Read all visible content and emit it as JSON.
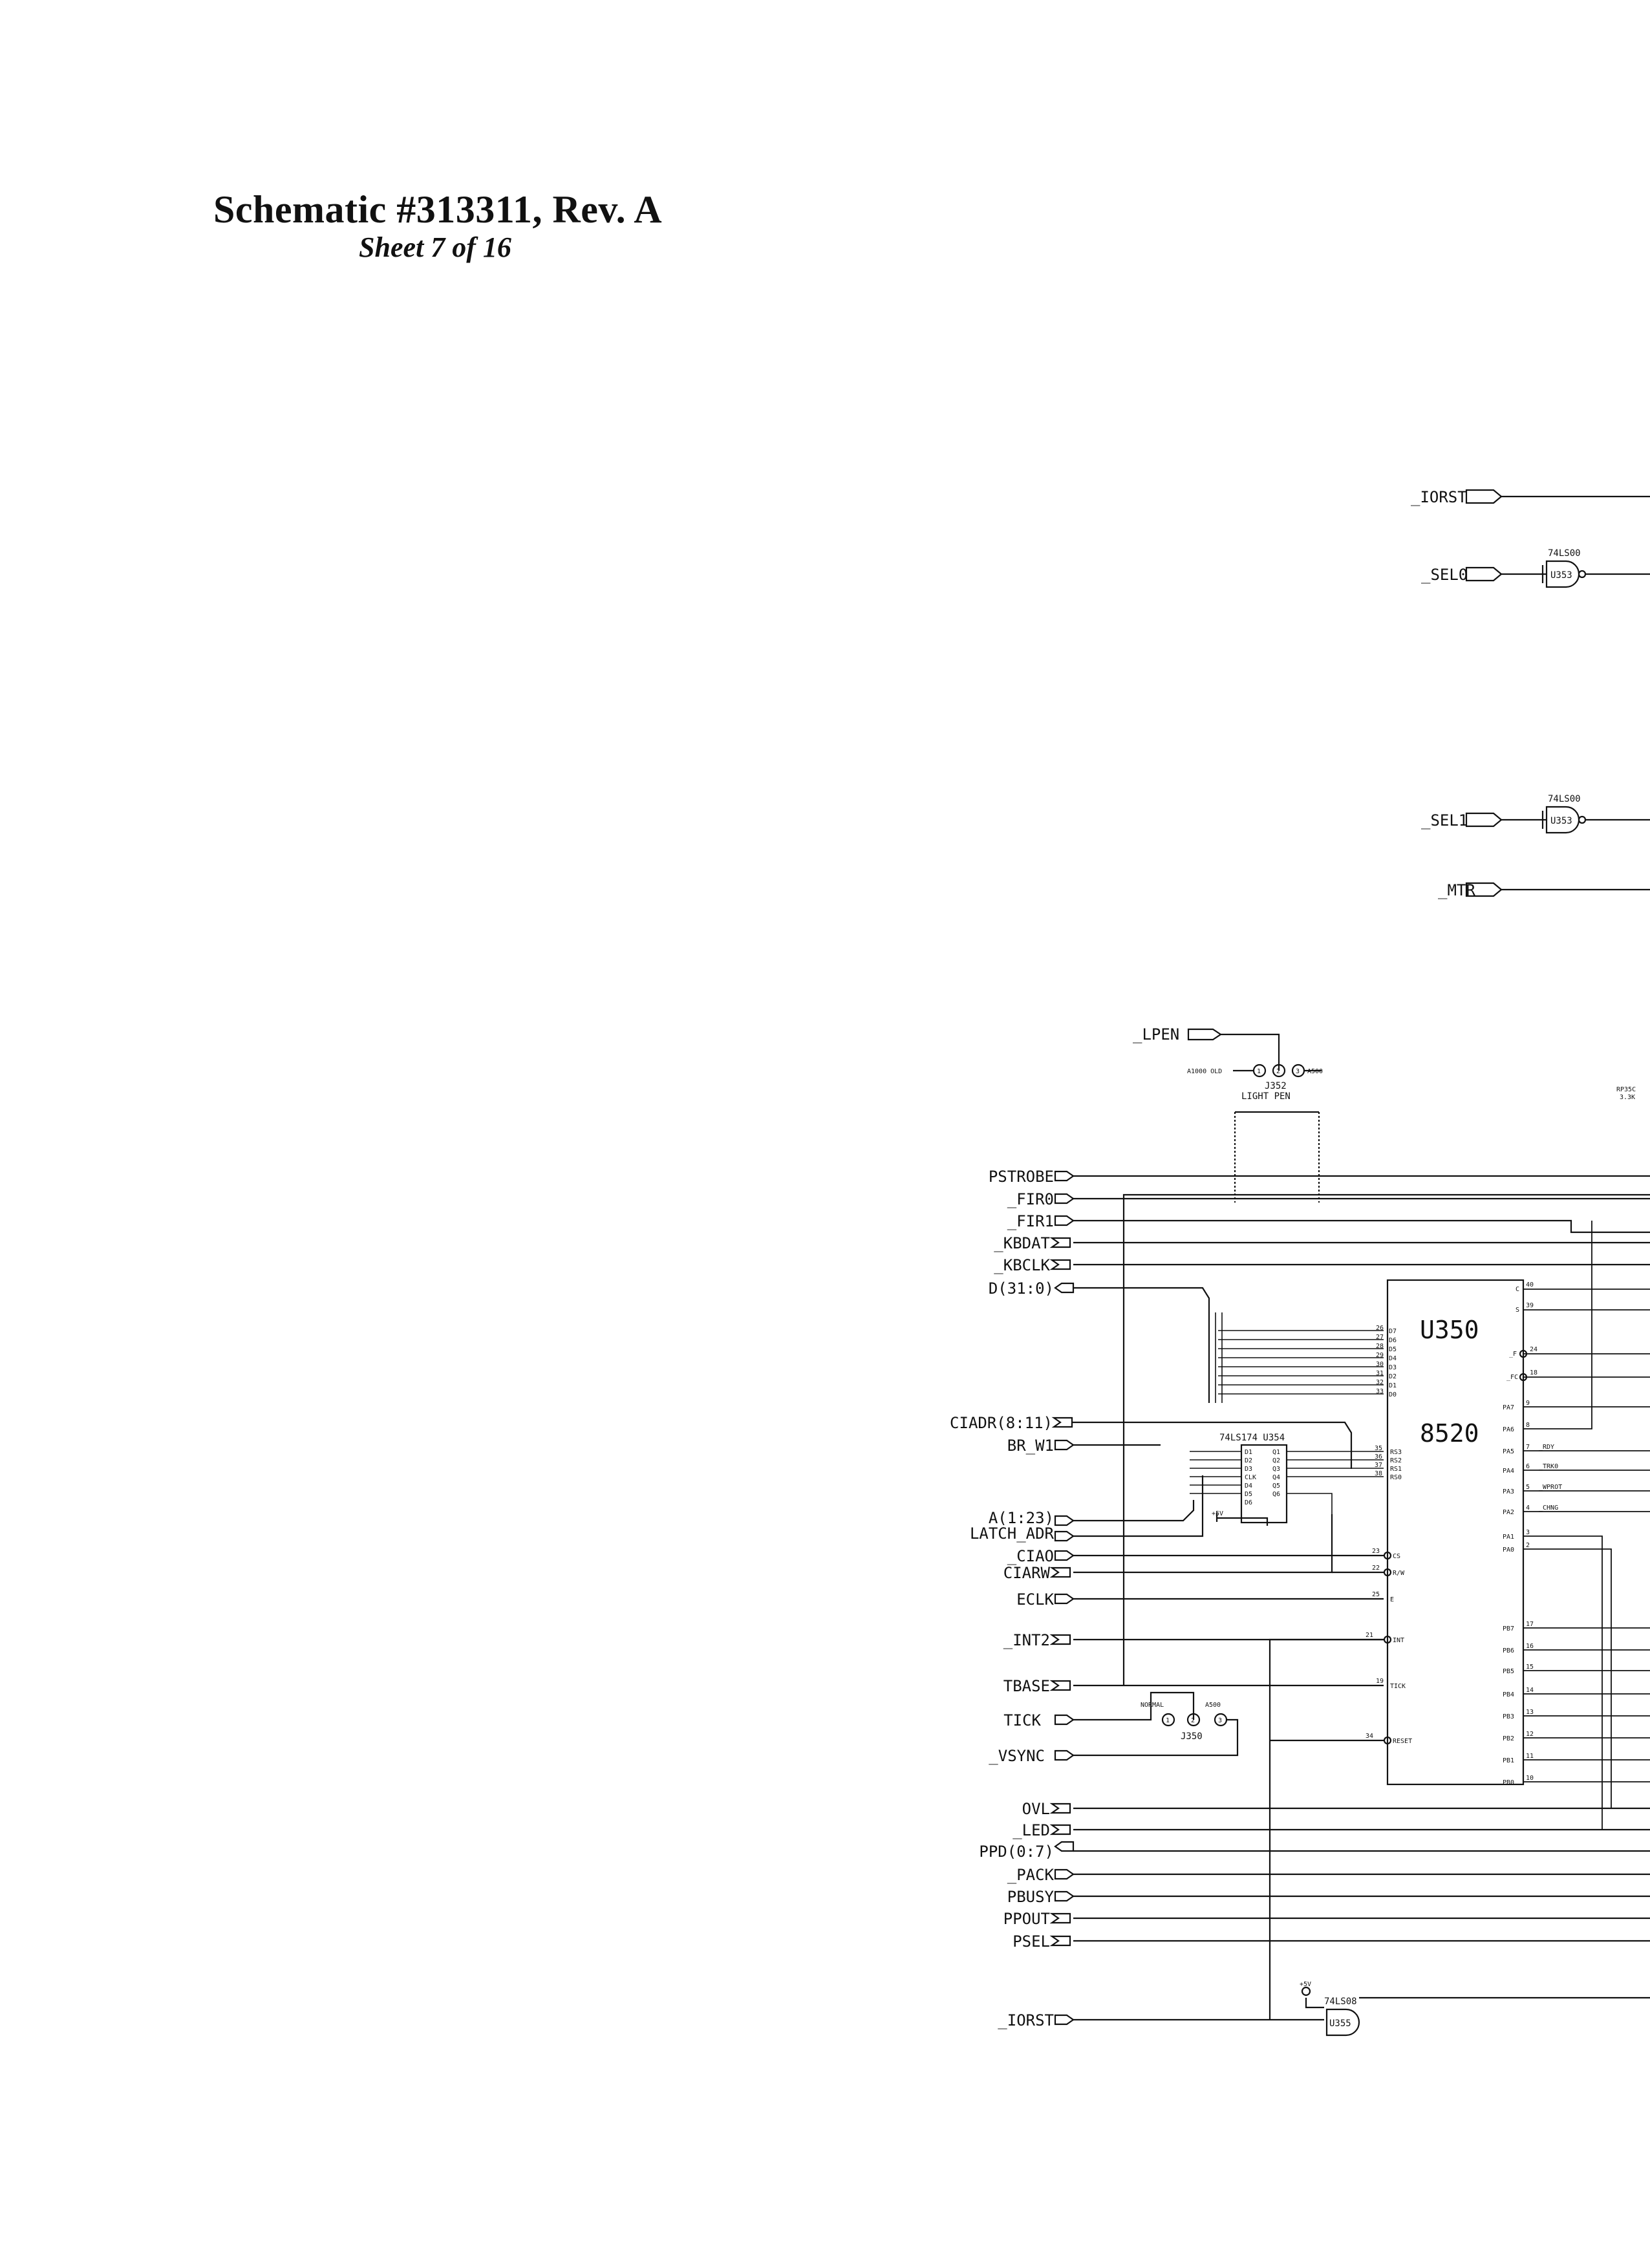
{
  "header": {
    "title": "Schematic #313311, Rev. A",
    "subtitle": "Sheet 7 of 16"
  },
  "signals": {
    "iorst_top": "_IORST",
    "sel0": "_SEL0",
    "sel1": "_SEL1",
    "mtr": "_MTR",
    "lpen": "_LPEN",
    "pstrobe": "PSTROBE",
    "fir0": "_FIR0",
    "fir1": "_FIR1",
    "kbdat": "_KBDAT",
    "kbclk": "_KBCLK",
    "d_bus": "D(31:0)",
    "ciadr": "CIADR(8:11)",
    "br_w1": "BR_W1",
    "a_bus": "A(1:23)",
    "latch_adr": "LATCH_ADR",
    "ciao": "_CIAO",
    "ciarw": "CIARW",
    "eclk": "ECLK",
    "int2": "_INT2",
    "tbase": "TBASE",
    "tick": "TICK",
    "vsync": "_VSYNC",
    "ovl": "OVL",
    "led": "_LED",
    "ppd": "PPD(0:7)",
    "pack": "_PACK",
    "pbusy": "PBUSY",
    "ppout": "PPOUT",
    "psel": "PSEL",
    "iorst_bottom": "_IORST"
  },
  "components": {
    "u353a_type": "74LS00",
    "u353a_ref": "U353",
    "u353b_type": "74LS00",
    "u353b_ref": "U353",
    "j352_ref": "J352",
    "j352_name": "LIGHT PEN",
    "j352_left": "A1000 OLD",
    "j352_right": "A500",
    "u354_label": "74LS174  U354",
    "u350_ref": "U350",
    "u350_type": "8520",
    "j350_ref": "J350",
    "j350_left": "NORMAL",
    "j350_right": "A500",
    "u355_type": "74LS08",
    "u355_ref": "U355",
    "plus5v_a": "+5V",
    "plus5v_b": "+5V",
    "rp_label": "RP35C",
    "rp_value": "3.3K"
  },
  "u354_pins": {
    "inputs": [
      "D1",
      "D2",
      "D3",
      "D4",
      "D5",
      "D6"
    ],
    "outputs": [
      "Q1",
      "Q2",
      "Q3",
      "Q4",
      "Q5",
      "Q6"
    ],
    "clk": "CLK"
  },
  "u350_pins": {
    "left": [
      "RS3",
      "RS2",
      "RS1",
      "RS0",
      "CS",
      "R/W",
      "E",
      "INT",
      "TICK",
      "RESET"
    ],
    "left_numbers": [
      "35",
      "36",
      "37",
      "38",
      "23",
      "22",
      "25",
      "21",
      "19",
      "34"
    ],
    "data_numbers": [
      "26",
      "27",
      "28",
      "29",
      "30",
      "31",
      "32",
      "33"
    ],
    "data_names": [
      "D7",
      "D6",
      "D5",
      "D4",
      "D3",
      "D2",
      "D1",
      "D0"
    ],
    "right_top": [
      "C",
      "S",
      "_F",
      "_FC"
    ],
    "right_top_numbers": [
      "40",
      "39",
      "24",
      "18"
    ],
    "pa": [
      "PA7",
      "PA6",
      "PA5",
      "PA4",
      "PA3",
      "PA2",
      "PA1",
      "PA0"
    ],
    "pa_numbers": [
      "9",
      "8",
      "7",
      "6",
      "5",
      "4",
      "3",
      "2"
    ],
    "pa_signals": [
      "_RDY",
      "_TRK0",
      "_WPROT",
      "_CHNG"
    ],
    "pb": [
      "PB7",
      "PB6",
      "PB5",
      "PB4",
      "PB3",
      "PB2",
      "PB1",
      "PB0"
    ],
    "pb_numbers": [
      "17",
      "16",
      "15",
      "14",
      "13",
      "12",
      "11",
      "10"
    ]
  },
  "jumper_pins": [
    "1",
    "2",
    "3"
  ]
}
